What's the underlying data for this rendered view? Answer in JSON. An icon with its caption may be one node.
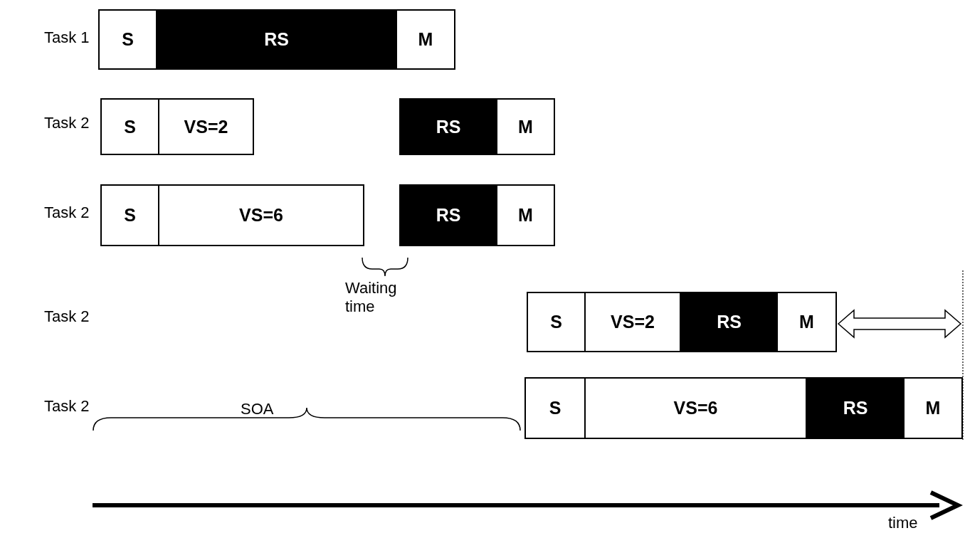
{
  "diagram": {
    "nodes": [
      {
        "text": [
          "S"
        ]
      },
      {
        "text": [
          "RS"
        ]
      },
      {
        "text": [
          "M"
        ]
      },
      {
        "text": [
          "S"
        ]
      },
      {
        "text": [
          "VS=2"
        ]
      },
      {
        "text": [
          "RS"
        ]
      },
      {
        "text": [
          "M"
        ]
      },
      {
        "text": [
          "S"
        ]
      },
      {
        "text": [
          "VS=6"
        ]
      },
      {
        "text": [
          "RS"
        ]
      },
      {
        "text": [
          "M"
        ]
      },
      {
        "text": [
          "S"
        ]
      },
      {
        "text": [
          "VS=2"
        ]
      },
      {
        "text": [
          "RS"
        ]
      },
      {
        "text": [
          "M"
        ]
      },
      {
        "text": [
          "S"
        ]
      },
      {
        "text": [
          "VS=6"
        ]
      },
      {
        "text": [
          "RS"
        ]
      },
      {
        "text": [
          "M"
        ]
      }
    ],
    "labels": [
      "Task 1",
      "Task 2",
      "Task 2",
      "Waiting time",
      "Task 2",
      "SOA",
      "Task 2",
      "time"
    ]
  }
}
